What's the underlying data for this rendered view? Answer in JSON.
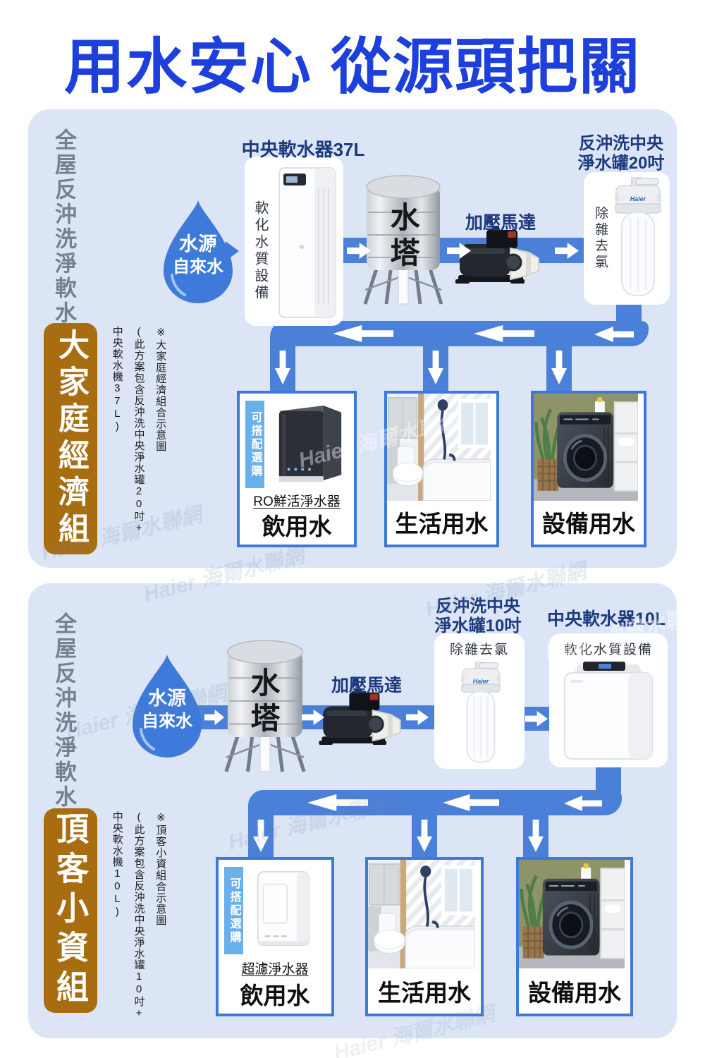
{
  "title": "用水安心 從源頭把關",
  "watermark": "Haier 海爾水聯網",
  "colors": {
    "title_blue": "#1d3fdb",
    "pipe_blue": "#4a80d8",
    "accent_blue": "#3e7ad9",
    "panel_bg": "#dbe5f6",
    "navy_label": "#1d3a7d",
    "badge_brown": "#a86d11",
    "tag_blue": "#6ab0ec",
    "side_gray": "#75818f"
  },
  "sections": [
    {
      "side_label": "全屋反沖洗淨軟水",
      "badge": "大家庭經濟組",
      "note1": "※大家庭經濟組合示意圖",
      "note2": "(此方案包含反沖洗中央淨水罐20吋+",
      "note3": "中央軟水機37L)",
      "source1": "水源",
      "source2": "自來水",
      "softener_title": "中央軟水器37L",
      "softener_label": "軟化水質設備",
      "tower": "水塔",
      "pump": "加壓馬達",
      "filter_title1": "反沖洗中央",
      "filter_title2": "淨水罐20吋",
      "filter_label": "除雜去氯",
      "brand": "Haier",
      "tag": "可搭配選購",
      "device": "RO鮮活淨水器",
      "out1": "飲用水",
      "out2": "生活用水",
      "out3": "設備用水"
    },
    {
      "side_label": "全屋反沖洗淨軟水",
      "badge": "頂客小資組",
      "note1": "※頂客小資組合示意圖",
      "note2": "(此方案包含反沖洗中央淨水罐10吋+",
      "note3": "中央軟水機10L)",
      "source1": "水源",
      "source2": "自來水",
      "softener_title": "中央軟水器10L",
      "softener_label": "軟化水質設備",
      "tower": "水塔",
      "pump": "加壓馬達",
      "filter_title1": "反沖洗中央",
      "filter_title2": "淨水罐10吋",
      "filter_label": "除雜去氯",
      "brand": "Haier",
      "tag": "可搭配選購",
      "device": "超濾淨水器",
      "out1": "飲用水",
      "out2": "生活用水",
      "out3": "設備用水"
    }
  ]
}
